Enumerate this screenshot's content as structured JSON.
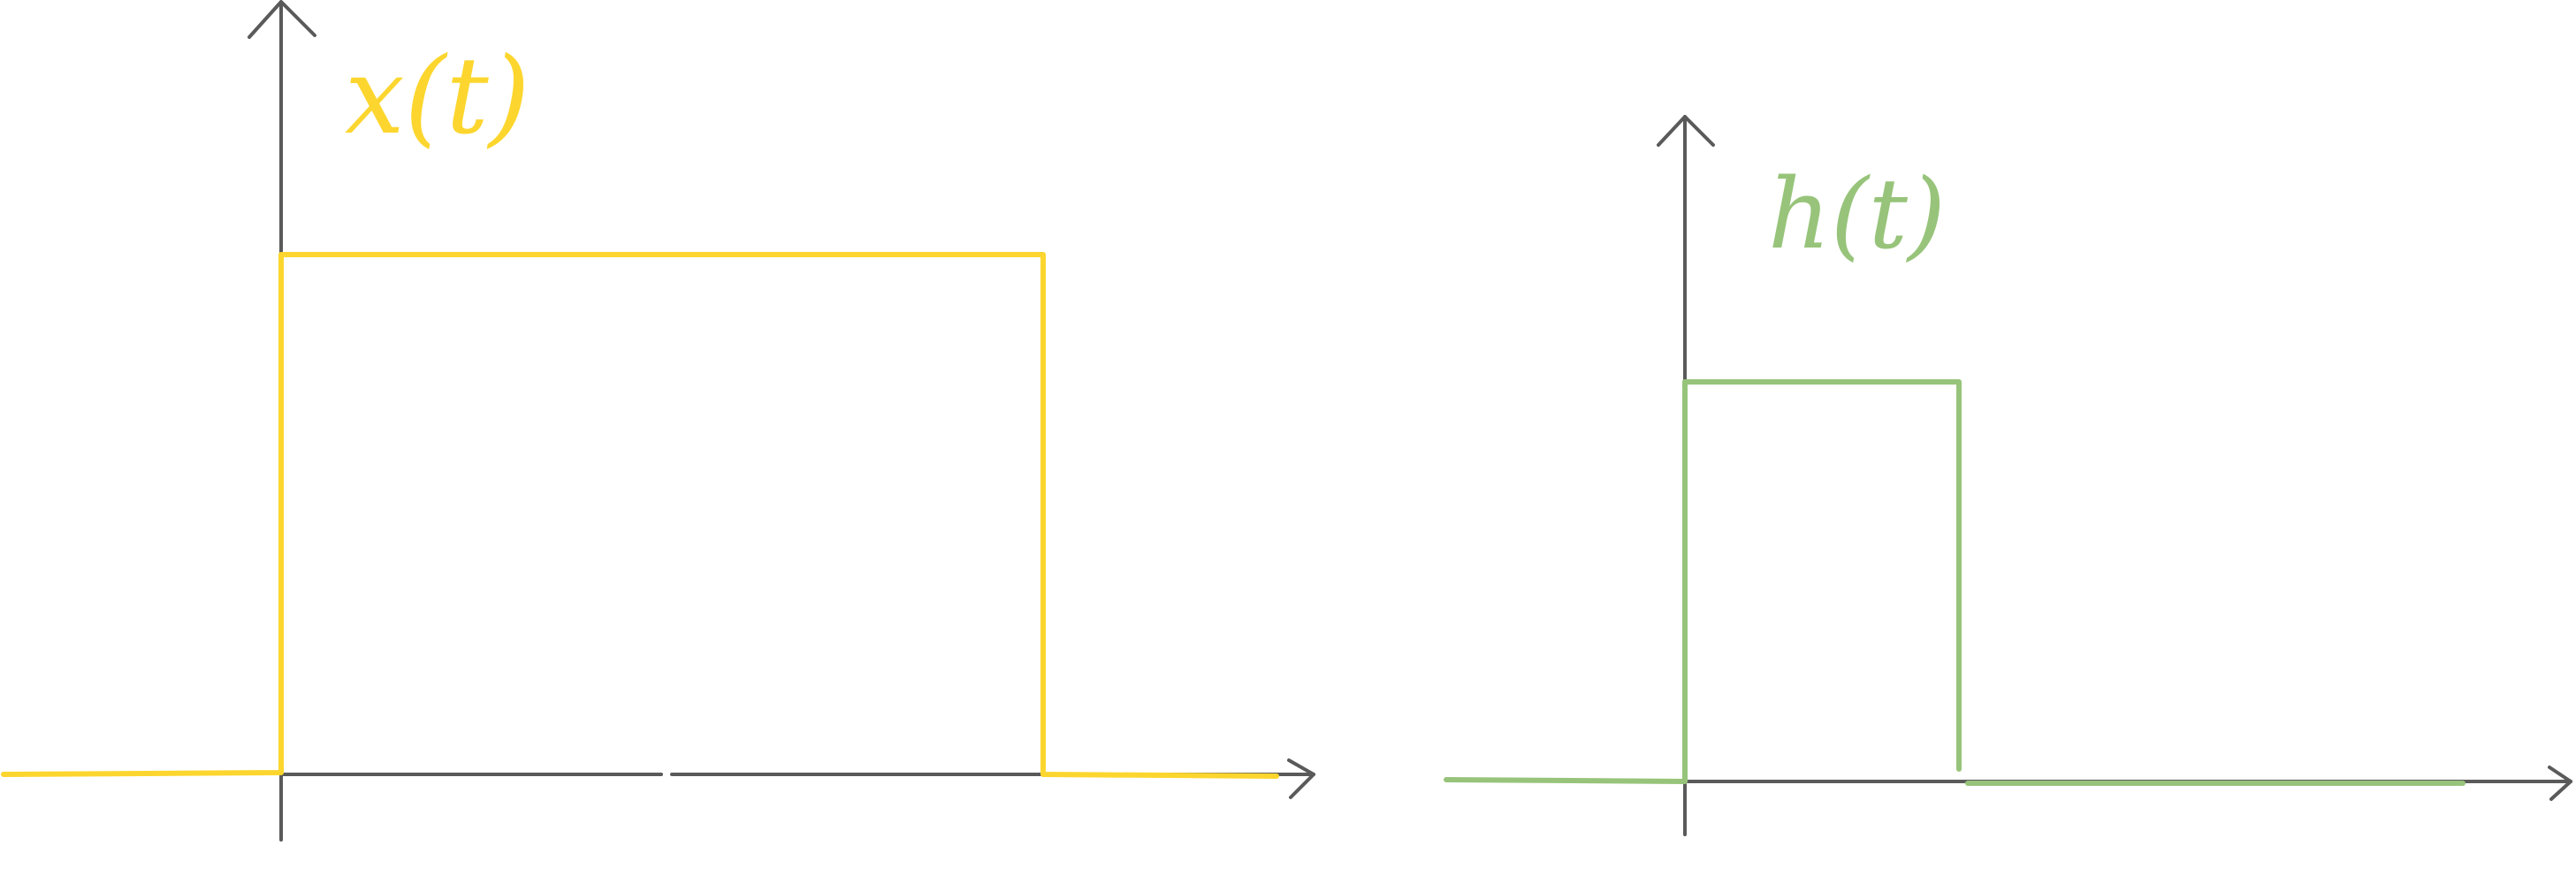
{
  "colors": {
    "axis": "#5a5a5a",
    "x_signal": "#fcd62e",
    "h_signal": "#97c47a",
    "background": "#ffffff"
  },
  "plots": {
    "left": {
      "label": "x(t)",
      "color": "#fcd62e",
      "shape": "rectangular-pulse",
      "level_relative_to_axis_top": "high",
      "width_ratio_vs_right_pulse": 2.8
    },
    "right": {
      "label": "h(t)",
      "color": "#97c47a",
      "shape": "rectangular-pulse",
      "level_relative_to_axis_top": "medium"
    }
  }
}
